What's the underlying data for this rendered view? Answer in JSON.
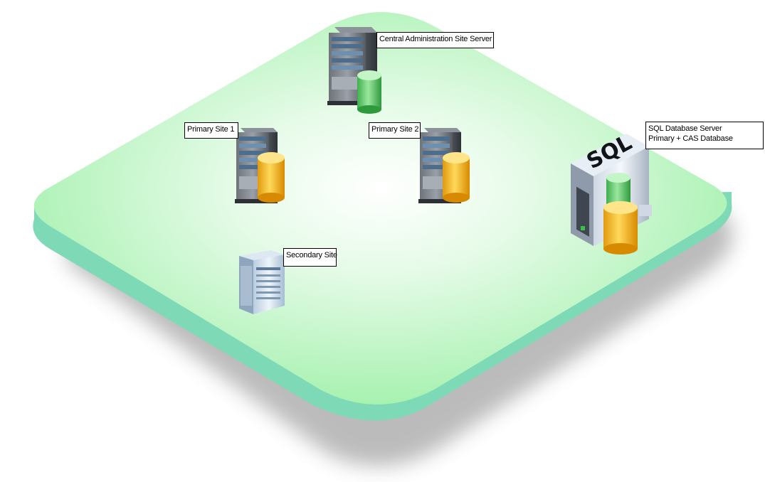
{
  "labels": {
    "cas": "Central Administration Site Server",
    "primary1": "Primary Site 1",
    "primary2": "Primary Site 2",
    "sql_line1": "SQL Database Server",
    "sql_line2": "Primary + CAS Database",
    "secondary": "Secondary Site",
    "sql_logo": "SQL"
  },
  "colors": {
    "platform": "#9ef0a8",
    "platform_edge": "#7ed9b6",
    "db_green": "#5fcf6a",
    "db_yellow": "#f2b82a"
  },
  "icons": {
    "cas_server": "tower-server-icon",
    "cas_db": "database-cylinder-icon",
    "primary1_server": "tower-server-icon",
    "primary1_db": "database-cylinder-icon",
    "primary2_server": "tower-server-icon",
    "primary2_db": "database-cylinder-icon",
    "sql_server": "sql-server-icon",
    "secondary_server": "white-server-icon"
  }
}
